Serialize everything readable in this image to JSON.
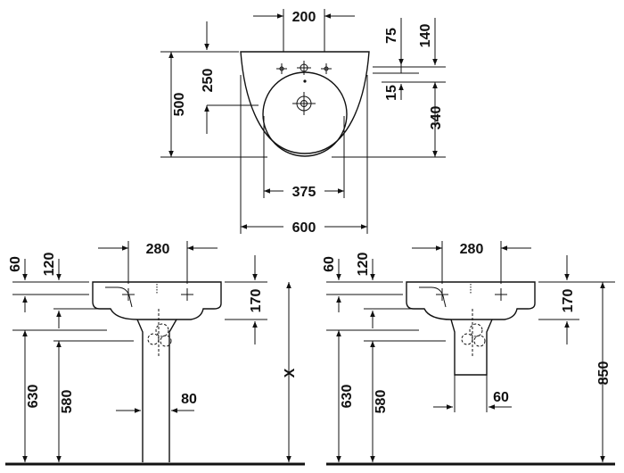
{
  "top_view": {
    "d200": "200",
    "d75": "75",
    "d140": "140",
    "d250": "250",
    "d500": "500",
    "d15": "15",
    "d340": "340",
    "d375": "375",
    "d600": "600"
  },
  "left_view": {
    "d60": "60",
    "d120": "120",
    "d280": "280",
    "d170": "170",
    "dx": "X",
    "d630": "630",
    "d580": "580",
    "d80": "80"
  },
  "right_view": {
    "d60": "60",
    "d120": "120",
    "d280": "280",
    "d170": "170",
    "d850": "850",
    "d630": "630",
    "d580": "580",
    "d60b": "60"
  }
}
